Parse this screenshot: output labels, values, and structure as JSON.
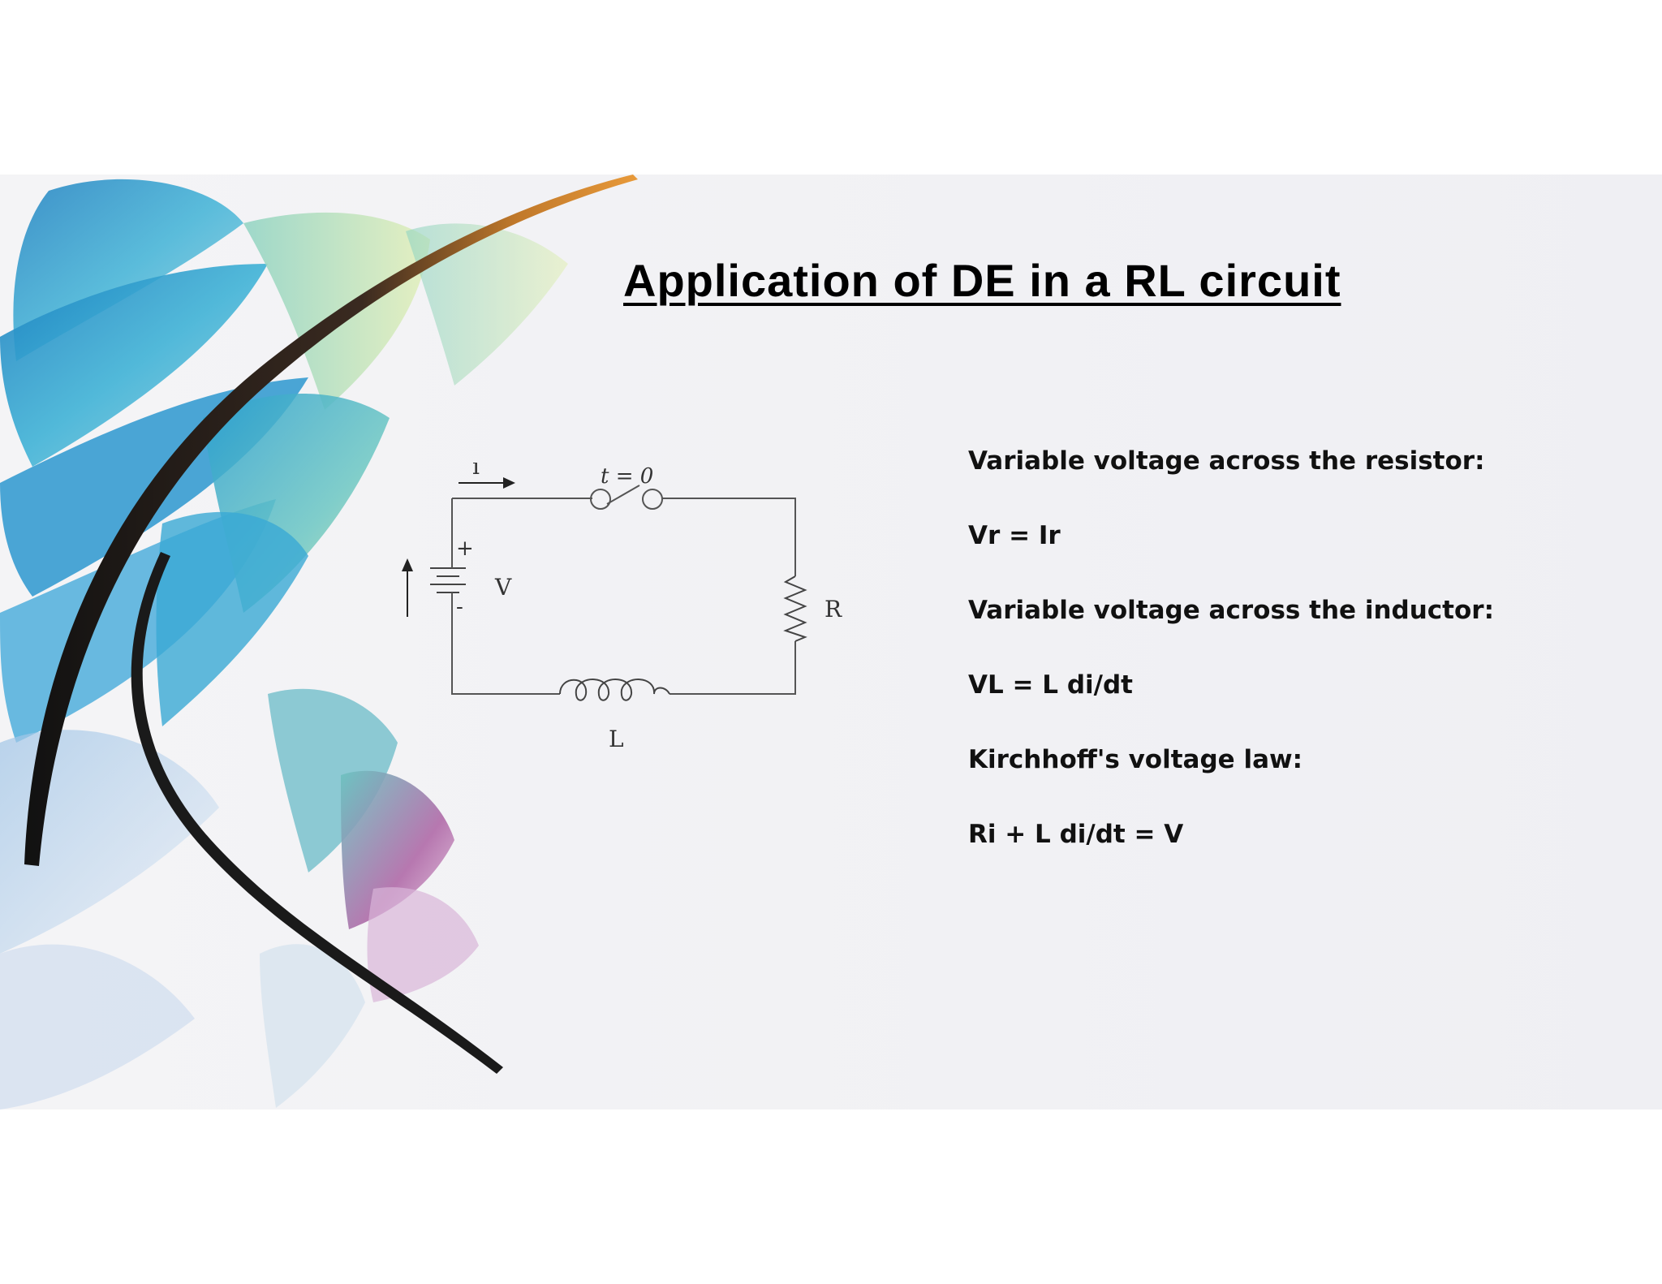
{
  "slide": {
    "title": "Application of DE in a RL circuit"
  },
  "circuit": {
    "current_label": "i",
    "switch_label": "t = 0",
    "source_label": "V",
    "plus_sign": "+",
    "minus_sign": "-",
    "resistor_label": "R",
    "inductor_label": "L"
  },
  "notes": [
    "Variable voltage across the resistor:",
    "Vr = Ir",
    "Variable voltage across the inductor:",
    "VL = L di/dt",
    "Kirchhoff's voltage law:",
    "Ri + L di/dt = V"
  ]
}
